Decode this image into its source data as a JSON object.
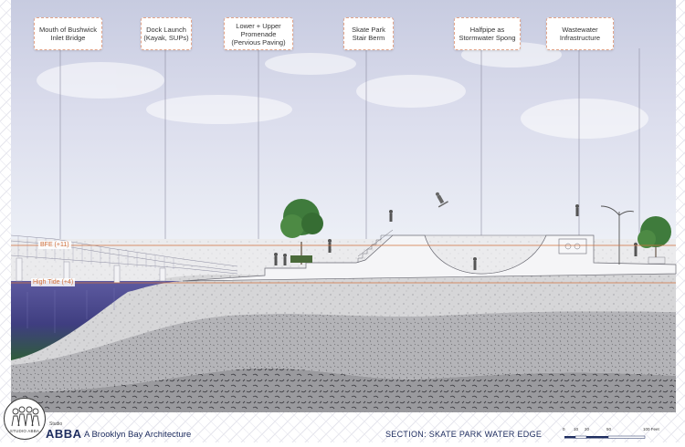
{
  "callouts": [
    {
      "label": "Mouth of Bushwick\nInlet Bridge"
    },
    {
      "label": "Dock Launch\n(Kayak, SUPs)"
    },
    {
      "label": "Lower + Upper\nPromenade\n(Pervious Paving)"
    },
    {
      "label": "Skate Park\nStair Berm"
    },
    {
      "label": "Halfpipe as\nStormwater Spong"
    },
    {
      "label": "Wastewater\nInfrastructure"
    }
  ],
  "levels": {
    "bfe": "BFE (+11)",
    "high_tide": "High Tide (+4)"
  },
  "footer": {
    "logo_caption": "STUDIO ABBA",
    "studio_small": "Studio",
    "brand": "ABBA",
    "tagline": "A Brooklyn Bay Architecture",
    "section_title": "SECTION: SKATE PARK WATER EDGE",
    "scale_ticks": [
      "0",
      "10",
      "20",
      "50",
      "100 Feet"
    ]
  },
  "colors": {
    "callout_border": "#e2a489",
    "level_line": "#d0713d",
    "water": "#4a4a8e",
    "brand": "#1f2e60",
    "tree": "#3f7b3c"
  }
}
